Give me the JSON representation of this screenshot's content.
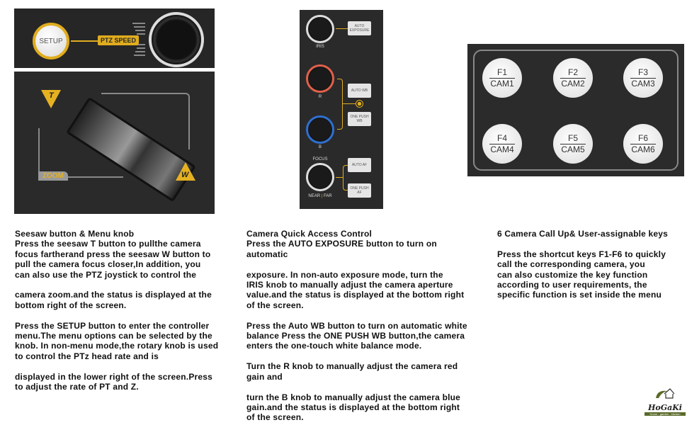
{
  "setup_panel": {
    "setup_label": "SETUP",
    "ptz_speed_label": "PTZ SPEED"
  },
  "seesaw_panel": {
    "t_label": "T",
    "w_label": "W",
    "zoom_label": "ZOOM"
  },
  "camera_panel": {
    "iris_label": "IRIS",
    "auto_exposure": "AUTO EXPOSURE",
    "r_label": "R",
    "b_label": "B",
    "auto_wb": "AUTO WB",
    "one_push_wb": "ONE PUSH WB",
    "focus_label": "FOCUS",
    "near_label": "NEAR",
    "far_label": "FAR",
    "auto_af": "AUTO AF",
    "one_push_af": "ONE PUSH AF",
    "colors": {
      "iris": "#dddddd",
      "r": "#e0604a",
      "b": "#2f6fd0",
      "accent": "#e0ac1e"
    }
  },
  "keypad": {
    "keys": [
      {
        "f": "F1",
        "cam": "CAM1"
      },
      {
        "f": "F2",
        "cam": "CAM2"
      },
      {
        "f": "F3",
        "cam": "CAM3"
      },
      {
        "f": "F4",
        "cam": "CAM4"
      },
      {
        "f": "F5",
        "cam": "CAM5"
      },
      {
        "f": "F6",
        "cam": "CAM6"
      }
    ]
  },
  "columns": {
    "left": "Seesaw button & Menu knob\nPress the seesaw T button to pullthe camera\nfocus fartherand press the seesaw W button to\npull the camera focus closer,In addition, you\ncan also use the PTZ joystick to control the\n\ncamera zoom.and the status is displayed at the\nbottom right of the screen.\n\nPress the SETUP button to enter the controller\nmenu.The menu options can be selected by the\nknob. In non-menu mode,the rotary knob is used\nto control the PTz head rate and is\n\ndisplayed in the lower right of the screen.Press\nto adjust the rate of PT and Z.",
    "middle": "Camera Quick Access Control\nPress the AUTO EXPOSURE button to turn on\nautomatic\n\nexposure. In non-auto exposure mode, turn the\nIRIS knob to manually adjust the camera aperture\nvalue.and the status is displayed at the bottom right\nof the screen.\n\nPress the Auto WB button to turn on automatic white\nbalance Press the ONE PUSH WB button,the camera\nenters the one-touch white balance mode.\n\nTurn the R knob to manually adjust the camera red\ngain and\n\nturn the B knob to manually adjust the camera blue\ngain.and the status is displayed at the bottom right\nof the screen.",
    "right": "6 Camera Call Up& User-assignable keys\n\nPress the shortcut keys F1-F6 to quickly\ncall the corresponding camera, you\ncan also customize the key function\naccording to user requirements, the\nspecific function is set inside the menu"
  },
  "logo": {
    "name": "HoGaKi",
    "tagline": "Home - garden - kitchen"
  }
}
